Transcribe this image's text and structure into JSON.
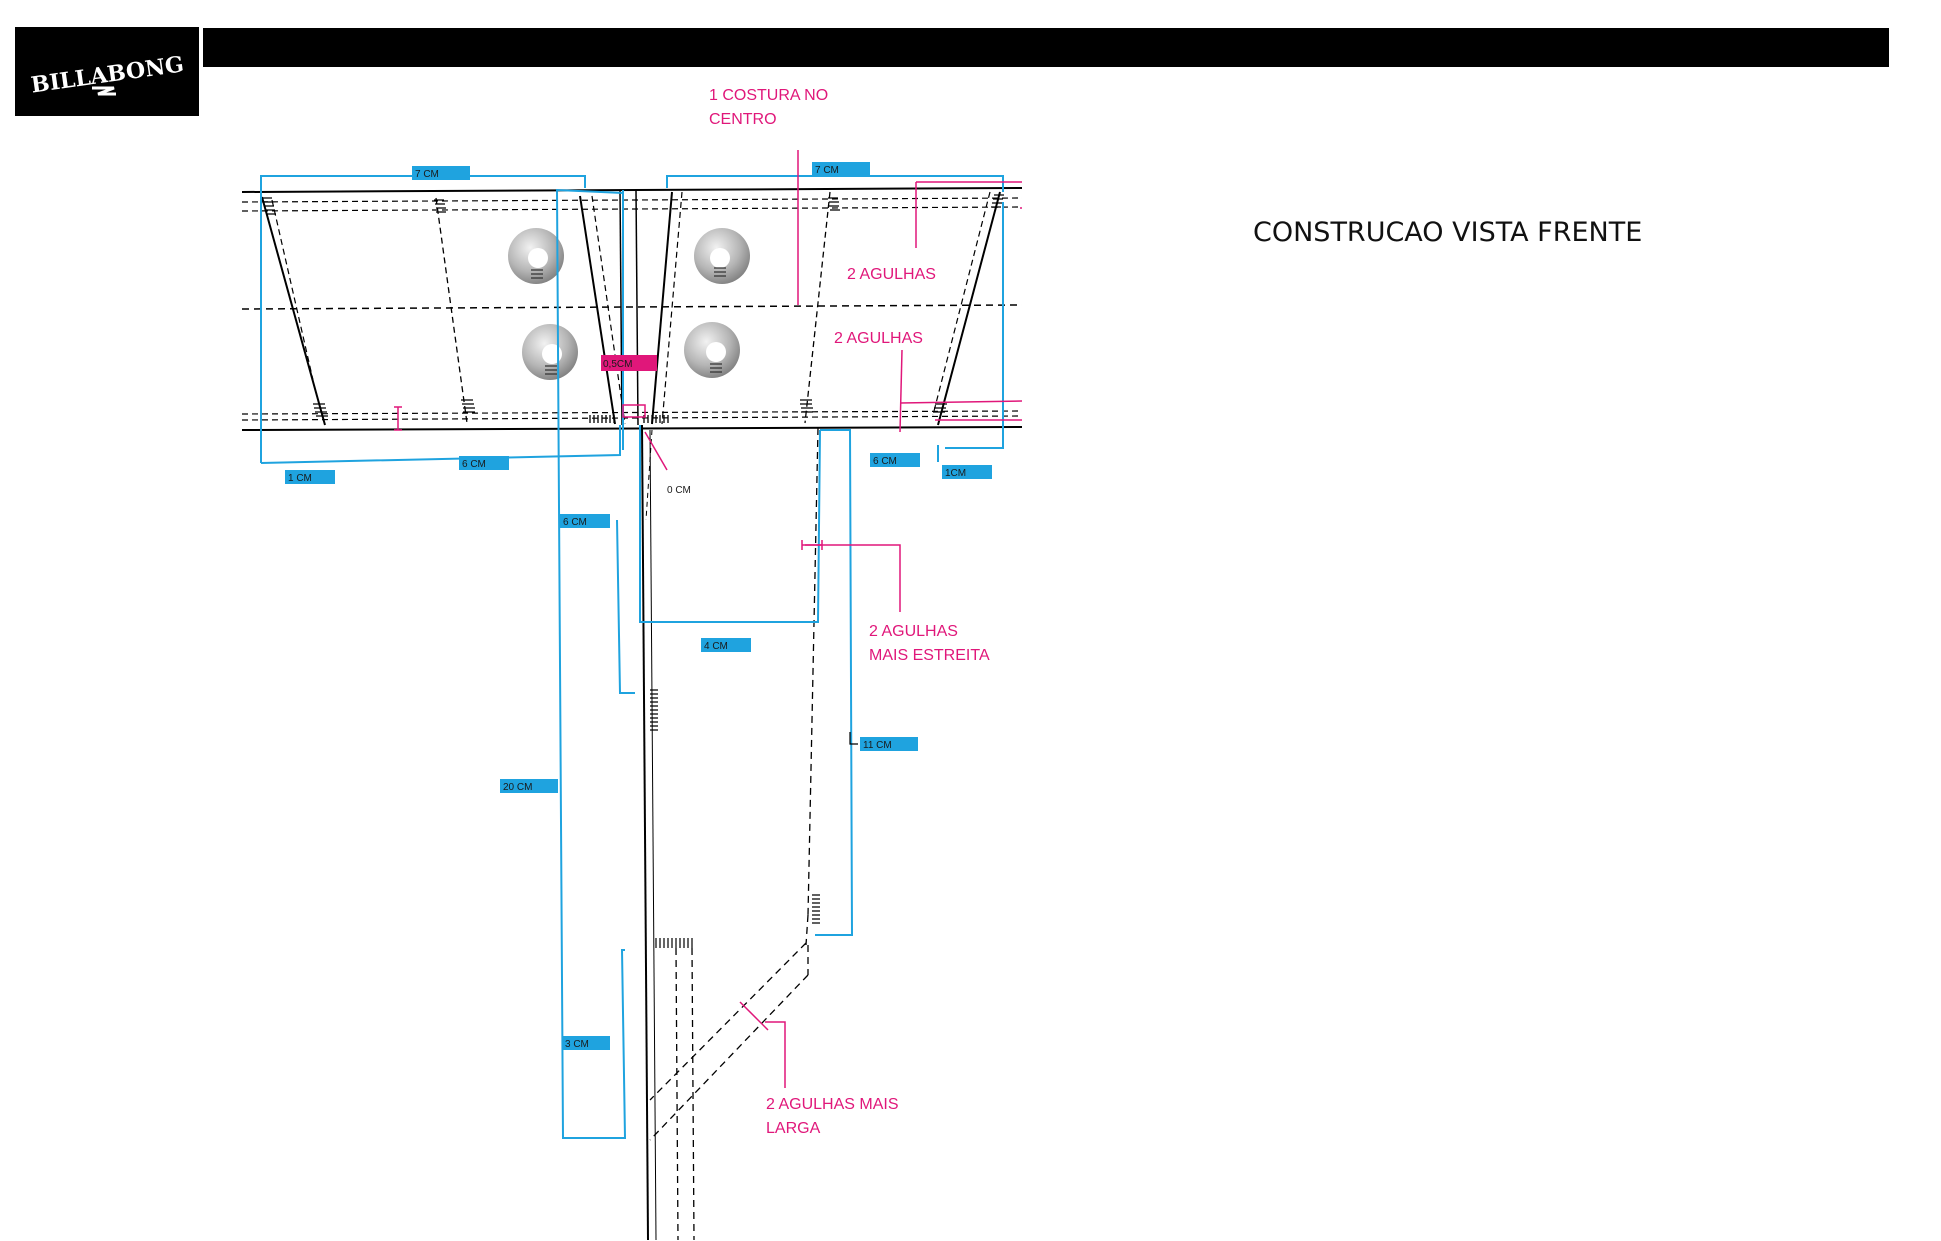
{
  "brand": {
    "logo_text": "BILLABONG"
  },
  "title": "CONSTRUCAO VISTA FRENTE",
  "annotations": {
    "center_seam_line1": "1 COSTURA  NO",
    "center_seam_line2": "CENTRO",
    "two_needles_a": "2 AGULHAS",
    "two_needles_b": "2 AGULHAS",
    "narrow_line1": "2 AGULHAS",
    "narrow_line2": "MAIS ESTREITA",
    "wide_line1": "2 AGULHAS MAIS",
    "wide_line2": "LARGA"
  },
  "dimensions": {
    "d7cm_left": "7 CM",
    "d7cm_right": "7 CM",
    "d05cm": "0,5CM",
    "d0cm": "0 CM",
    "d1cm_left": "1 CM",
    "d6cm_left": "6 CM",
    "d6cm_right": "6 CM",
    "d1cm_right": "1CM",
    "d6cm_fly": "6 CM",
    "d4cm": "4 CM",
    "d11cm": "11 CM",
    "d20cm": "20 CM",
    "d3cm": "3 CM"
  },
  "colors": {
    "blue_dim": "#1fa3df",
    "pink_note": "#e0177a",
    "black_band": "#000000"
  }
}
